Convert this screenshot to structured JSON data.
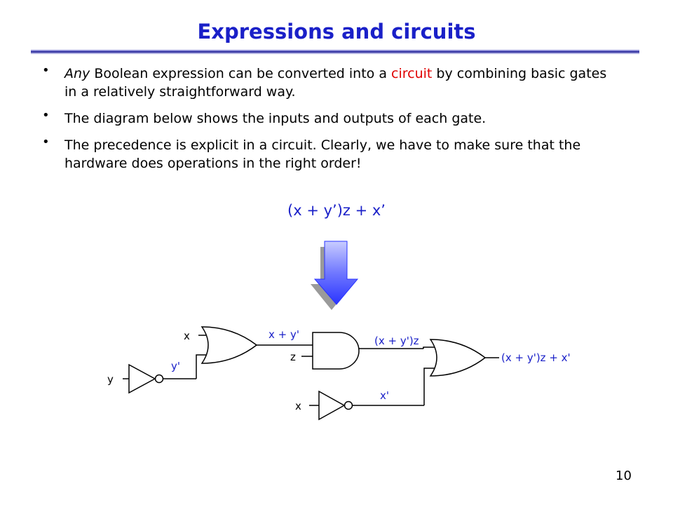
{
  "slide": {
    "title": "Expressions and circuits",
    "page_number": "10",
    "expression": "(x + y’)z + x’"
  },
  "bullets": [
    {
      "lead_italic": "Any",
      "text_before": " Boolean expression can be converted into a ",
      "highlight": "circuit",
      "text_after": " by combining basic gates in a relatively straightforward way."
    },
    {
      "text": "The diagram below shows the inputs and outputs of each gate."
    },
    {
      "text": "The precedence is explicit in a circuit. Clearly, we have to make sure that the hardware does operations in the right order!"
    }
  ],
  "circuit": {
    "inputs": {
      "x_top": "x",
      "y": "y",
      "z": "z",
      "x_bottom": "x"
    },
    "wires": {
      "y_not": "y'",
      "x_or_ynot": "x + y'",
      "and_out": "(x + y')z",
      "x_not": "x'",
      "output": "(x + y')z + x'"
    }
  },
  "colors": {
    "title": "#1a20c8",
    "highlight": "#e00000",
    "labels": "#1a20c8",
    "arrow": "#3a44ff"
  }
}
